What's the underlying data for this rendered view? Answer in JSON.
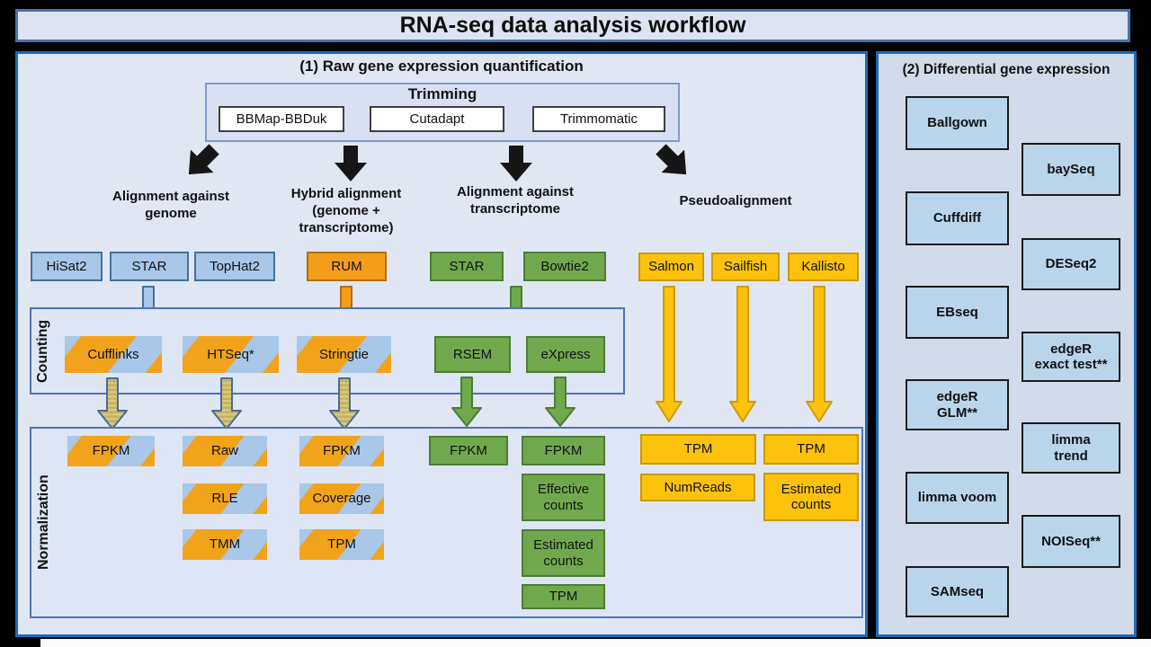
{
  "title": "RNA-seq data analysis workflow",
  "colors": {
    "panel_border": "#1b6ab6",
    "title_bar_bg": "#dde3f1",
    "panel1_bg": "#e1e6f3",
    "panel2_bg": "#d2dbe9",
    "blue_box": "#a9c7e8",
    "blue_border": "#41719c",
    "orange_box": "#f49d1b",
    "orange_border": "#b06f10",
    "green_box": "#70a94d",
    "green_border": "#4c7d33",
    "yellow_box": "#fcc20c",
    "yellow_border": "#c9990a",
    "striped_arrow_fill": "#d8c97b",
    "black_arrow": "#161616"
  },
  "p1": {
    "title": "(1) Raw gene expression quantification",
    "trimming": {
      "title": "Trimming",
      "tools": [
        "BBMap-BBDuk",
        "Cutadapt",
        "Trimmomatic"
      ]
    },
    "branches": {
      "genome": {
        "label": "Alignment against\ngenome",
        "tools": [
          "HiSat2",
          "STAR",
          "TopHat2"
        ]
      },
      "hybrid": {
        "label": "Hybrid alignment\n(genome +\ntranscriptome)",
        "tools": [
          "RUM"
        ]
      },
      "transcriptome": {
        "label": "Alignment against\ntranscriptome",
        "tools": [
          "STAR",
          "Bowtie2"
        ]
      },
      "pseudo": {
        "label": "Pseudoalignment",
        "tools": [
          "Salmon",
          "Sailfish",
          "Kallisto"
        ]
      }
    },
    "counting": {
      "label": "Counting",
      "tools": [
        "Cufflinks",
        "HTSeq*",
        "Stringtie",
        "RSEM",
        "eXpress"
      ]
    },
    "normalization": {
      "label": "Normalization",
      "cufflinks_col": [
        "FPKM"
      ],
      "htseq_col": [
        "Raw",
        "RLE",
        "TMM"
      ],
      "stringtie_col": [
        "FPKM",
        "Coverage",
        "TPM"
      ],
      "rsem_col": [
        "FPKM"
      ],
      "express_col": [
        "FPKM",
        "Effective\ncounts",
        "Estimated\ncounts",
        "TPM"
      ],
      "salmon_sailfish_col": [
        "TPM",
        "NumReads"
      ],
      "kallisto_col": [
        "TPM",
        "Estimated\ncounts"
      ]
    }
  },
  "p2": {
    "title": "(2) Differential gene expression",
    "left": [
      "Ballgown",
      "Cuffdiff",
      "EBseq",
      "edgeR\nGLM**",
      "limma voom",
      "SAMseq"
    ],
    "right": [
      "baySeq",
      "DESeq2",
      "edgeR\nexact test**",
      "limma\ntrend",
      "NOISeq**"
    ]
  }
}
